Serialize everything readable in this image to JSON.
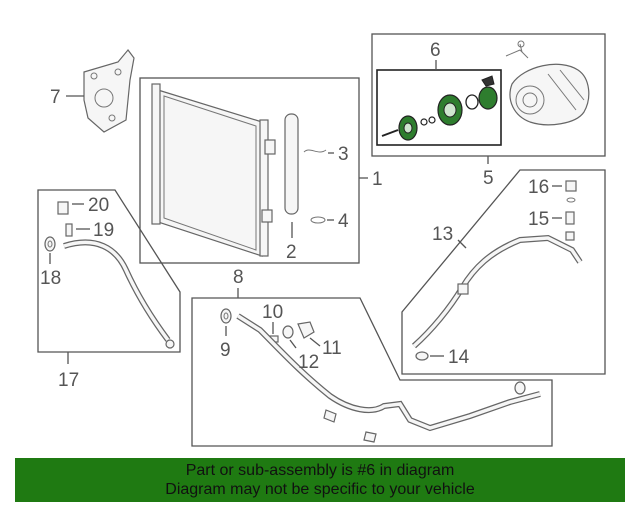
{
  "callouts": {
    "c1": "1",
    "c2": "2",
    "c3": "3",
    "c4": "4",
    "c5": "5",
    "c6": "6",
    "c7": "7",
    "c8": "8",
    "c9": "9",
    "c10": "10",
    "c11": "11",
    "c12": "12",
    "c13": "13",
    "c14": "14",
    "c15": "15",
    "c16": "16",
    "c17": "17",
    "c18": "18",
    "c19": "19",
    "c20": "20"
  },
  "banner": {
    "line1": "Part or sub-assembly is #6 in diagram",
    "line2": "Diagram may not be specific to your vehicle"
  },
  "colors": {
    "highlight_bg": "#1f7a12",
    "highlight_part": "#2e7d2e",
    "line": "#555555"
  }
}
